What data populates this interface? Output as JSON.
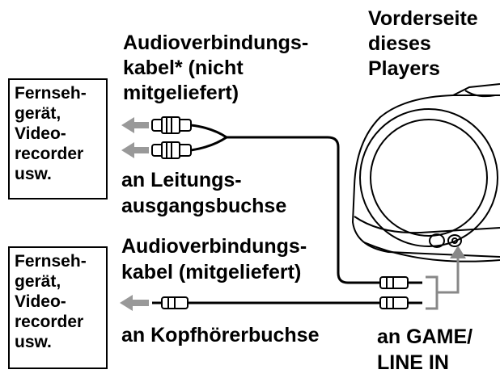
{
  "header": {
    "front_label": [
      "Vorderseite",
      "dieses",
      "Players"
    ]
  },
  "cables": {
    "upper_title": [
      "Audioverbindungs-",
      "kabel* (nicht",
      "mitgeliefert)"
    ],
    "upper_jack": [
      "an Leitungs-",
      "ausgangsbuchse"
    ],
    "lower_title": [
      "Audioverbindungs-",
      "kabel (mitgeliefert)"
    ],
    "lower_jack": "an Kopfhörerbuchse"
  },
  "devices": {
    "top_box": [
      "Fernseh-",
      "gerät,",
      "Video-",
      "recorder",
      "usw."
    ],
    "bottom_box": [
      "Fernseh-",
      "gerät,",
      "Video-",
      "recorder",
      "usw."
    ]
  },
  "port": {
    "label": [
      "an GAME/",
      "LINE IN"
    ]
  },
  "colors": {
    "line": "#000000",
    "arrow": "#999999",
    "plug_fill": "#ffffff"
  }
}
